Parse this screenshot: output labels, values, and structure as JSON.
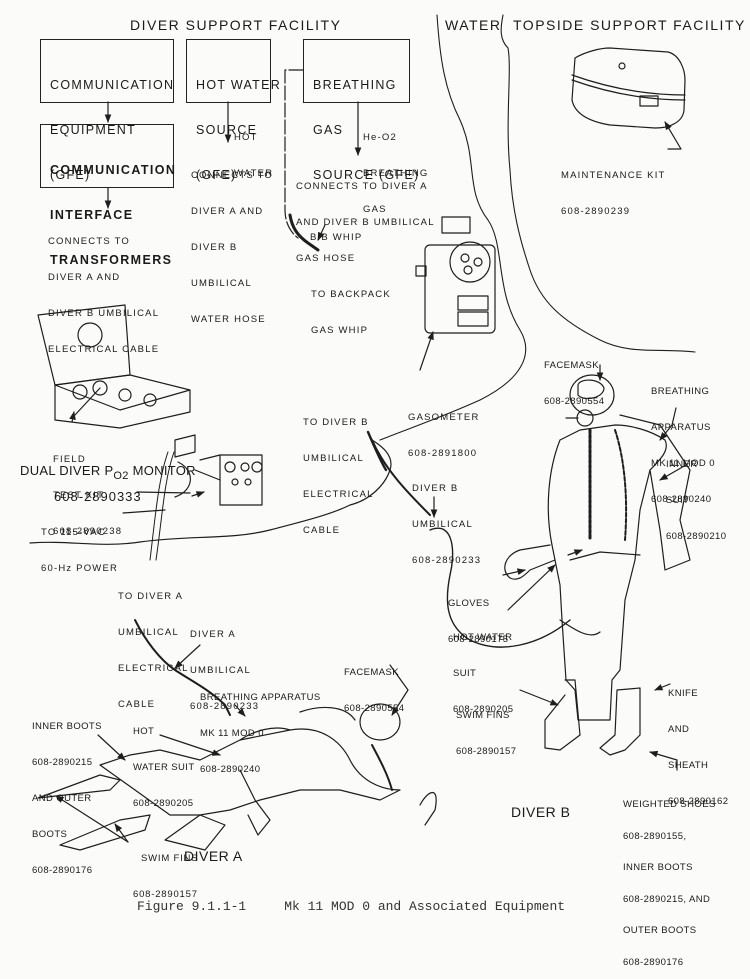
{
  "headings": {
    "diver_support": "DIVER SUPPORT FACILITY",
    "water": "WATER",
    "topside_support": "TOPSIDE SUPPORT FACILITY"
  },
  "boxes": {
    "comm_equipment": [
      "COMMUNICATION",
      "EQUIPMENT",
      "(GFE)"
    ],
    "hot_water_source": [
      "HOT WATER",
      "SOURCE",
      "(GFE)"
    ],
    "breathing_gas_source": [
      "BREATHING",
      "GAS",
      "SOURCE (GFE)"
    ],
    "comm_interface": [
      "COMMUNICATION",
      "INTERFACE",
      "TRANSFORMERS"
    ]
  },
  "flow_labels": {
    "hot_water": [
      "HOT",
      "WATER"
    ],
    "heo2_gas": [
      "He-O2",
      "BREATHING",
      "GAS"
    ],
    "connects_electrical": [
      "CONNECTS TO",
      "DIVER A AND",
      "DIVER B UMBILICAL",
      "ELECTRICAL CABLE"
    ],
    "connects_water": [
      "CONNECTS TO",
      "DIVER A AND",
      "DIVER B",
      "UMBILICAL",
      "WATER HOSE"
    ],
    "connects_gas": [
      "CONNECTS TO DIVER A",
      "AND DIVER B UMBILICAL",
      "GAS HOSE"
    ],
    "bib_whip": [
      "BIB WHIP"
    ],
    "to_backpack": [
      "TO BACKPACK",
      "GAS WHIP"
    ]
  },
  "equipment": {
    "maintenance_kit": [
      "MAINTENANCE KIT",
      "608-2890239"
    ],
    "gasometer": [
      "GASOMETER",
      "608-2891800"
    ],
    "field_test_kit": [
      "FIELD",
      "TEST KIT",
      "608-2890238"
    ],
    "monitor": {
      "label_prefix": "DUAL DIVER P",
      "label_subscript": "O2",
      "label_suffix": " MONITOR",
      "part_number": "608-2890333"
    },
    "power": [
      "TO 115-VAC",
      "60-Hz POWER"
    ],
    "to_diver_b_cable": [
      "TO DIVER B",
      "UMBILICAL",
      "ELECTRICAL",
      "CABLE"
    ],
    "diver_b_umbilical": [
      "DIVER B",
      "UMBILICAL",
      "608-2890233"
    ],
    "to_diver_a_cable": [
      "TO DIVER A",
      "UMBILICAL",
      "ELECTRICAL",
      "CABLE"
    ],
    "diver_a_umbilical": [
      "DIVER A",
      "UMBILICAL",
      "608-2890233"
    ]
  },
  "diver_b": {
    "name": "DIVER B",
    "facemask": [
      "FACEMASK",
      "608-2890554"
    ],
    "breathing_apparatus": [
      "BREATHING",
      "APPARATUS",
      "MK 11 MOD 0",
      "608-2890240"
    ],
    "inner_suit": [
      "INNER",
      "SUIT",
      "608-2890210"
    ],
    "gloves": [
      "GLOVES",
      "608-2890175"
    ],
    "hot_water_suit": [
      "HOT WATER",
      "SUIT",
      "608-2890205"
    ],
    "swim_fins": [
      "SWIM FINS",
      "608-2890157"
    ],
    "knife": [
      "KNIFE",
      "AND",
      "SHEATH",
      "608-2890162"
    ],
    "weighted_shoes": [
      "WEIGHTED SHOES",
      "608-2890155,",
      "INNER BOOTS",
      "608-2890215, AND",
      "OUTER BOOTS",
      "608-2890176"
    ]
  },
  "diver_a": {
    "name": "DIVER A",
    "facemask": [
      "FACEMASK",
      "608-2890554"
    ],
    "breathing_apparatus": [
      "BREATHING APPARATUS",
      "MK 11 MOD 0",
      "608-2890240"
    ],
    "hot_water_suit": [
      "HOT",
      "WATER SUIT",
      "608-2890205"
    ],
    "boots": [
      "INNER BOOTS",
      "608-2890215",
      "AND OUTER",
      "BOOTS",
      "608-2890176"
    ],
    "swim_fins": [
      "SWIM FINS",
      "608-2890157"
    ]
  },
  "caption": {
    "figure": "Figure 9.1.1-1",
    "title": "Mk 11 MOD 0 and Associated Equipment"
  }
}
